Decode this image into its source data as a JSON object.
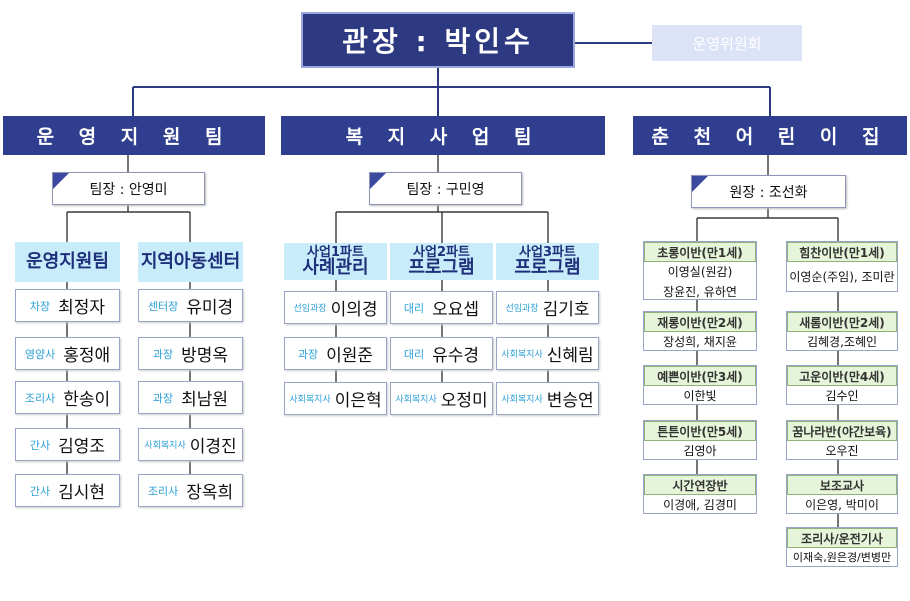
{
  "director": "관장 : 박인수",
  "committee": "운영위원회",
  "departments": [
    {
      "name": "운 영 지 원 팀",
      "leader": "팀장 : 안영미",
      "teams": [
        {
          "header": "운영지원팀",
          "members": [
            {
              "role": "차장",
              "name": "최정자"
            },
            {
              "role": "영양사",
              "name": "홍정애"
            },
            {
              "role": "조리사",
              "name": "한송이"
            },
            {
              "role": "간사",
              "name": "김영조"
            },
            {
              "role": "간사",
              "name": "김시현"
            }
          ]
        },
        {
          "header": "지역아동센터",
          "members": [
            {
              "role": "센터장",
              "name": "유미경"
            },
            {
              "role": "과장",
              "name": "방명옥"
            },
            {
              "role": "과장",
              "name": "최남원"
            },
            {
              "role": "사회복지사",
              "name": "이경진"
            },
            {
              "role": "조리사",
              "name": "장옥희"
            }
          ]
        }
      ]
    },
    {
      "name": "복 지 사 업 팀",
      "leader": "팀장 : 구민영",
      "teams": [
        {
          "header1": "사업1파트",
          "header2": "사례관리",
          "members": [
            {
              "role": "선임과장",
              "name": "이의경"
            },
            {
              "role": "과장",
              "name": "이원준"
            },
            {
              "role": "사회복지사",
              "name": "이은혁"
            }
          ]
        },
        {
          "header1": "사업2파트",
          "header2": "프로그램",
          "members": [
            {
              "role": "대리",
              "name": "오요셉"
            },
            {
              "role": "대리",
              "name": "유수경"
            },
            {
              "role": "사회복지사",
              "name": "오정미"
            }
          ]
        },
        {
          "header1": "사업3파트",
          "header2": "프로그램",
          "members": [
            {
              "role": "선임과장",
              "name": "김기호"
            },
            {
              "role": "사회복지사",
              "name": "신혜림"
            },
            {
              "role": "사회복지사",
              "name": "변승연"
            }
          ]
        }
      ]
    },
    {
      "name": "춘 천 어 린 이 집",
      "leader": "원장 : 조선화",
      "classes_left": [
        {
          "header": "초롱이반(만1세)",
          "lines": [
            "이영실(원감)",
            "장윤진, 유하연"
          ]
        },
        {
          "header": "재롱이반(만2세)",
          "lines": [
            "장성희, 채지윤"
          ]
        },
        {
          "header": "예쁜이반(만3세)",
          "lines": [
            "이한빛"
          ]
        },
        {
          "header": "튼튼이반(만5세)",
          "lines": [
            "김영아"
          ]
        },
        {
          "header": "시간연장반",
          "lines": [
            "이경애, 김경미"
          ]
        }
      ],
      "classes_right": [
        {
          "header": "힘찬이반(만1세)",
          "lines": [
            "이영순(주임), 조미란"
          ]
        },
        {
          "header": "새롬이반(만2세)",
          "lines": [
            "김혜경,조혜인"
          ]
        },
        {
          "header": "고운이반(만4세)",
          "lines": [
            "김수인"
          ]
        },
        {
          "header": "꿈나라반(야간보육)",
          "lines": [
            "오우진"
          ]
        },
        {
          "header": "보조교사",
          "lines": [
            "이은영, 박미이"
          ]
        },
        {
          "header": "조리사/운전기사",
          "lines": [
            "이재숙,원은경/변병만"
          ]
        }
      ]
    }
  ],
  "colors": {
    "navy": "#2d3980",
    "dept": "#2f3e8f",
    "teamHeader": "#c9ecfb",
    "role": "#2ba0d8",
    "classHeader": "#e6f4d9"
  }
}
